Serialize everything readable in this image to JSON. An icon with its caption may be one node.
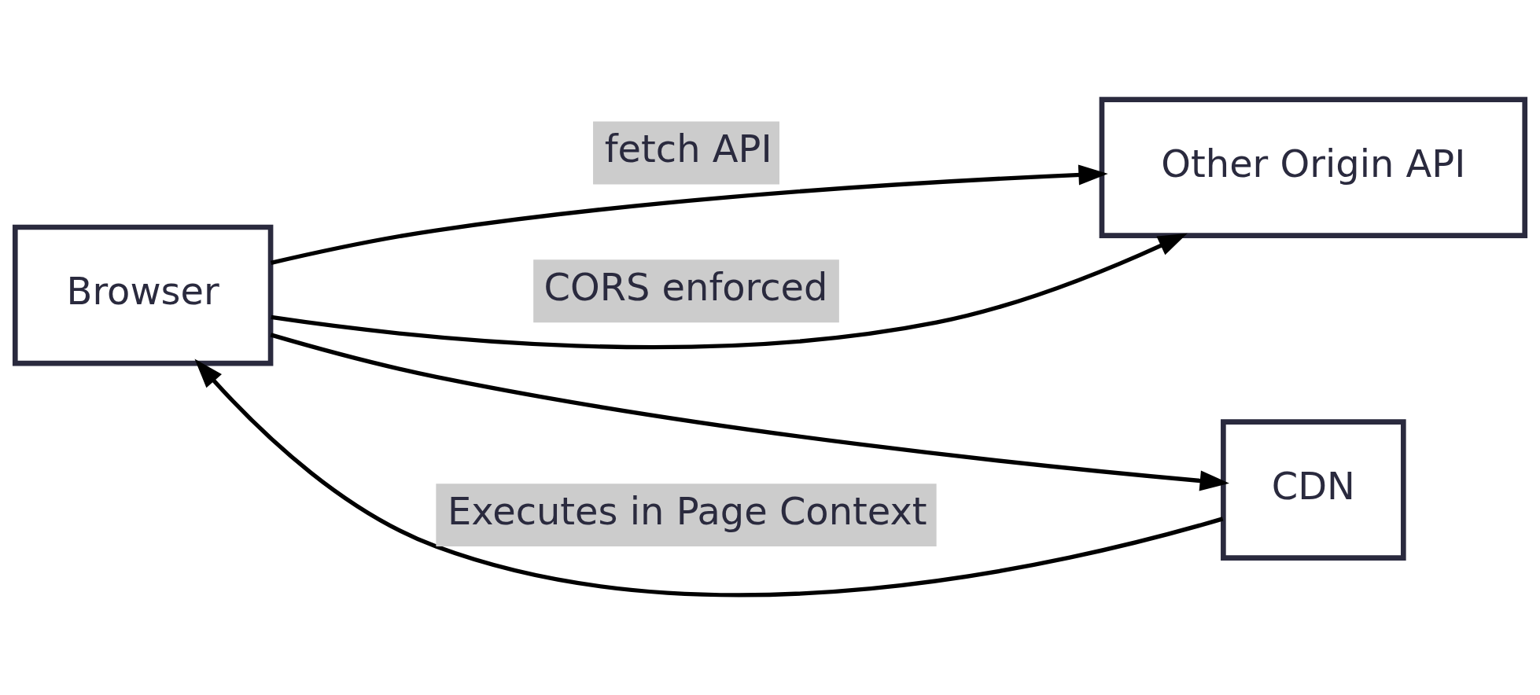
{
  "diagram": {
    "nodes": [
      {
        "text": [
          "Browser"
        ]
      },
      {
        "text": [
          "Other Origin API"
        ]
      },
      {
        "text": [
          "CDN"
        ]
      }
    ],
    "edges": [
      {
        "from": 0,
        "to": 1,
        "arrow": "to",
        "label": "fetch API"
      },
      {
        "from": 0,
        "to": 1,
        "arrow": "to",
        "label": "CORS enforced"
      },
      {
        "from": 0,
        "to": 2,
        "arrow": "to"
      },
      {
        "from": 2,
        "to": 0,
        "arrow": "to",
        "label": "Executes in Page Context"
      }
    ]
  }
}
